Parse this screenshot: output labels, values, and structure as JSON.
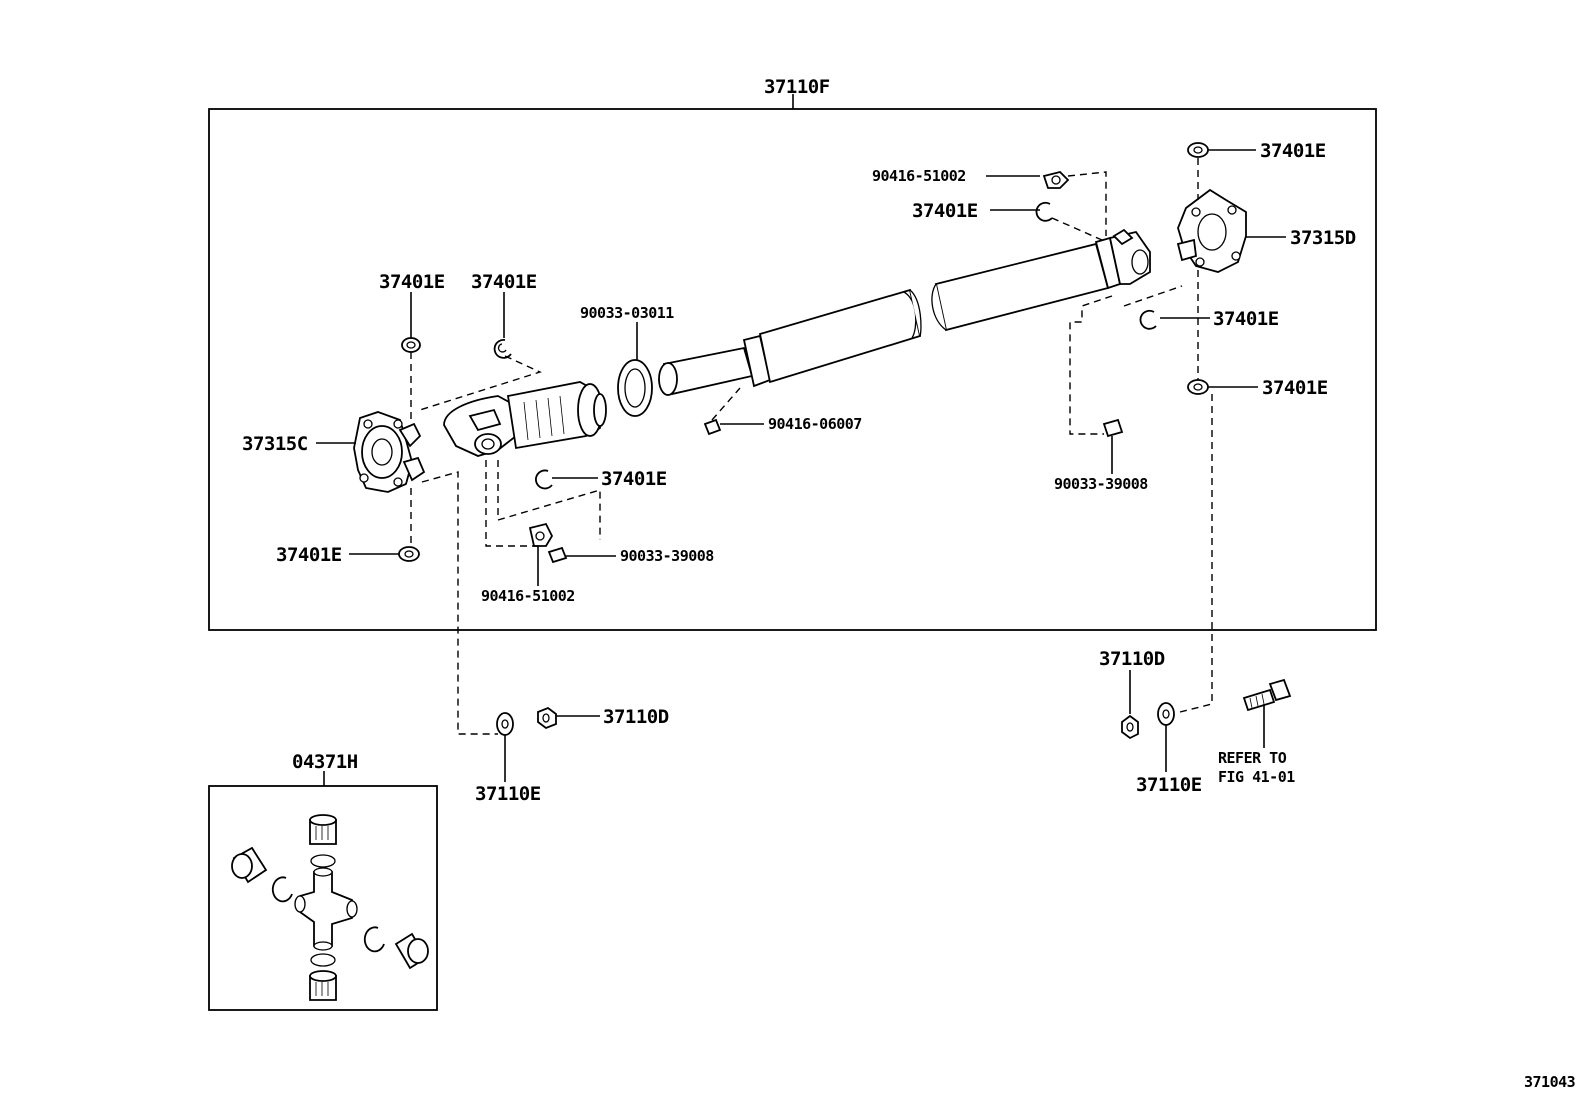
{
  "diagram_code": "371043",
  "labels": {
    "assembly": "37110F",
    "spider_kit": "04371H",
    "flange_front": "37315C",
    "flange_rear": "37315D",
    "snap_ring_a": "37401E",
    "snap_ring_b": "37401E",
    "snap_ring_c": "37401E",
    "snap_ring_d": "37401E",
    "snap_ring_e": "37401E",
    "snap_ring_f": "37401E",
    "snap_ring_g": "37401E",
    "snap_ring_h": "37401E",
    "dust_seal": "90033-03011",
    "grease_fitting_mid": "90416-06007",
    "grease_fitting_rear": "90416-51002",
    "grease_fitting_front": "90416-51002",
    "plug_front": "90033-39008",
    "plug_rear": "90033-39008",
    "nut_front": "37110D",
    "nut_rear": "37110D",
    "washer_front": "37110E",
    "washer_rear": "37110E",
    "refer_line1": "REFER TO",
    "refer_line2": "FIG 41-01"
  }
}
